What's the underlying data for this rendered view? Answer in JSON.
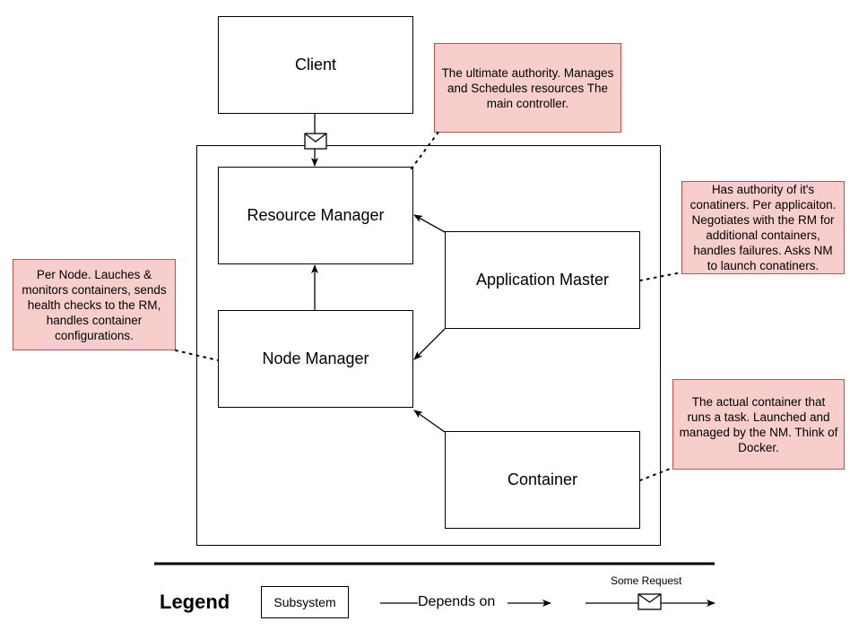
{
  "diagram": {
    "components": {
      "client": "Client",
      "resource_manager": "Resource Manager",
      "application_master": "Application Master",
      "node_manager": "Node Manager",
      "container": "Container"
    },
    "notes": {
      "resource_manager": "The ultimate authority. Manages and Schedules resources The main controller.",
      "application_master": "Has authority of it's conatiners. Per applicaiton. Negotiates with the RM for additional containers, handles failures. Asks NM to launch conatiners.",
      "node_manager": "Per Node. Lauches & monitors containers, sends health checks to the RM, handles container configurations.",
      "container": "The actual container that runs a task. Launched and managed by the NM. Think of Docker."
    }
  },
  "legend": {
    "title": "Legend",
    "subsystem": "Subsystem",
    "depends_on": "Depends on",
    "request": "Some Request"
  },
  "colors": {
    "note_fill": "#f8cecc",
    "note_border": "#b85450",
    "line": "#000000"
  }
}
